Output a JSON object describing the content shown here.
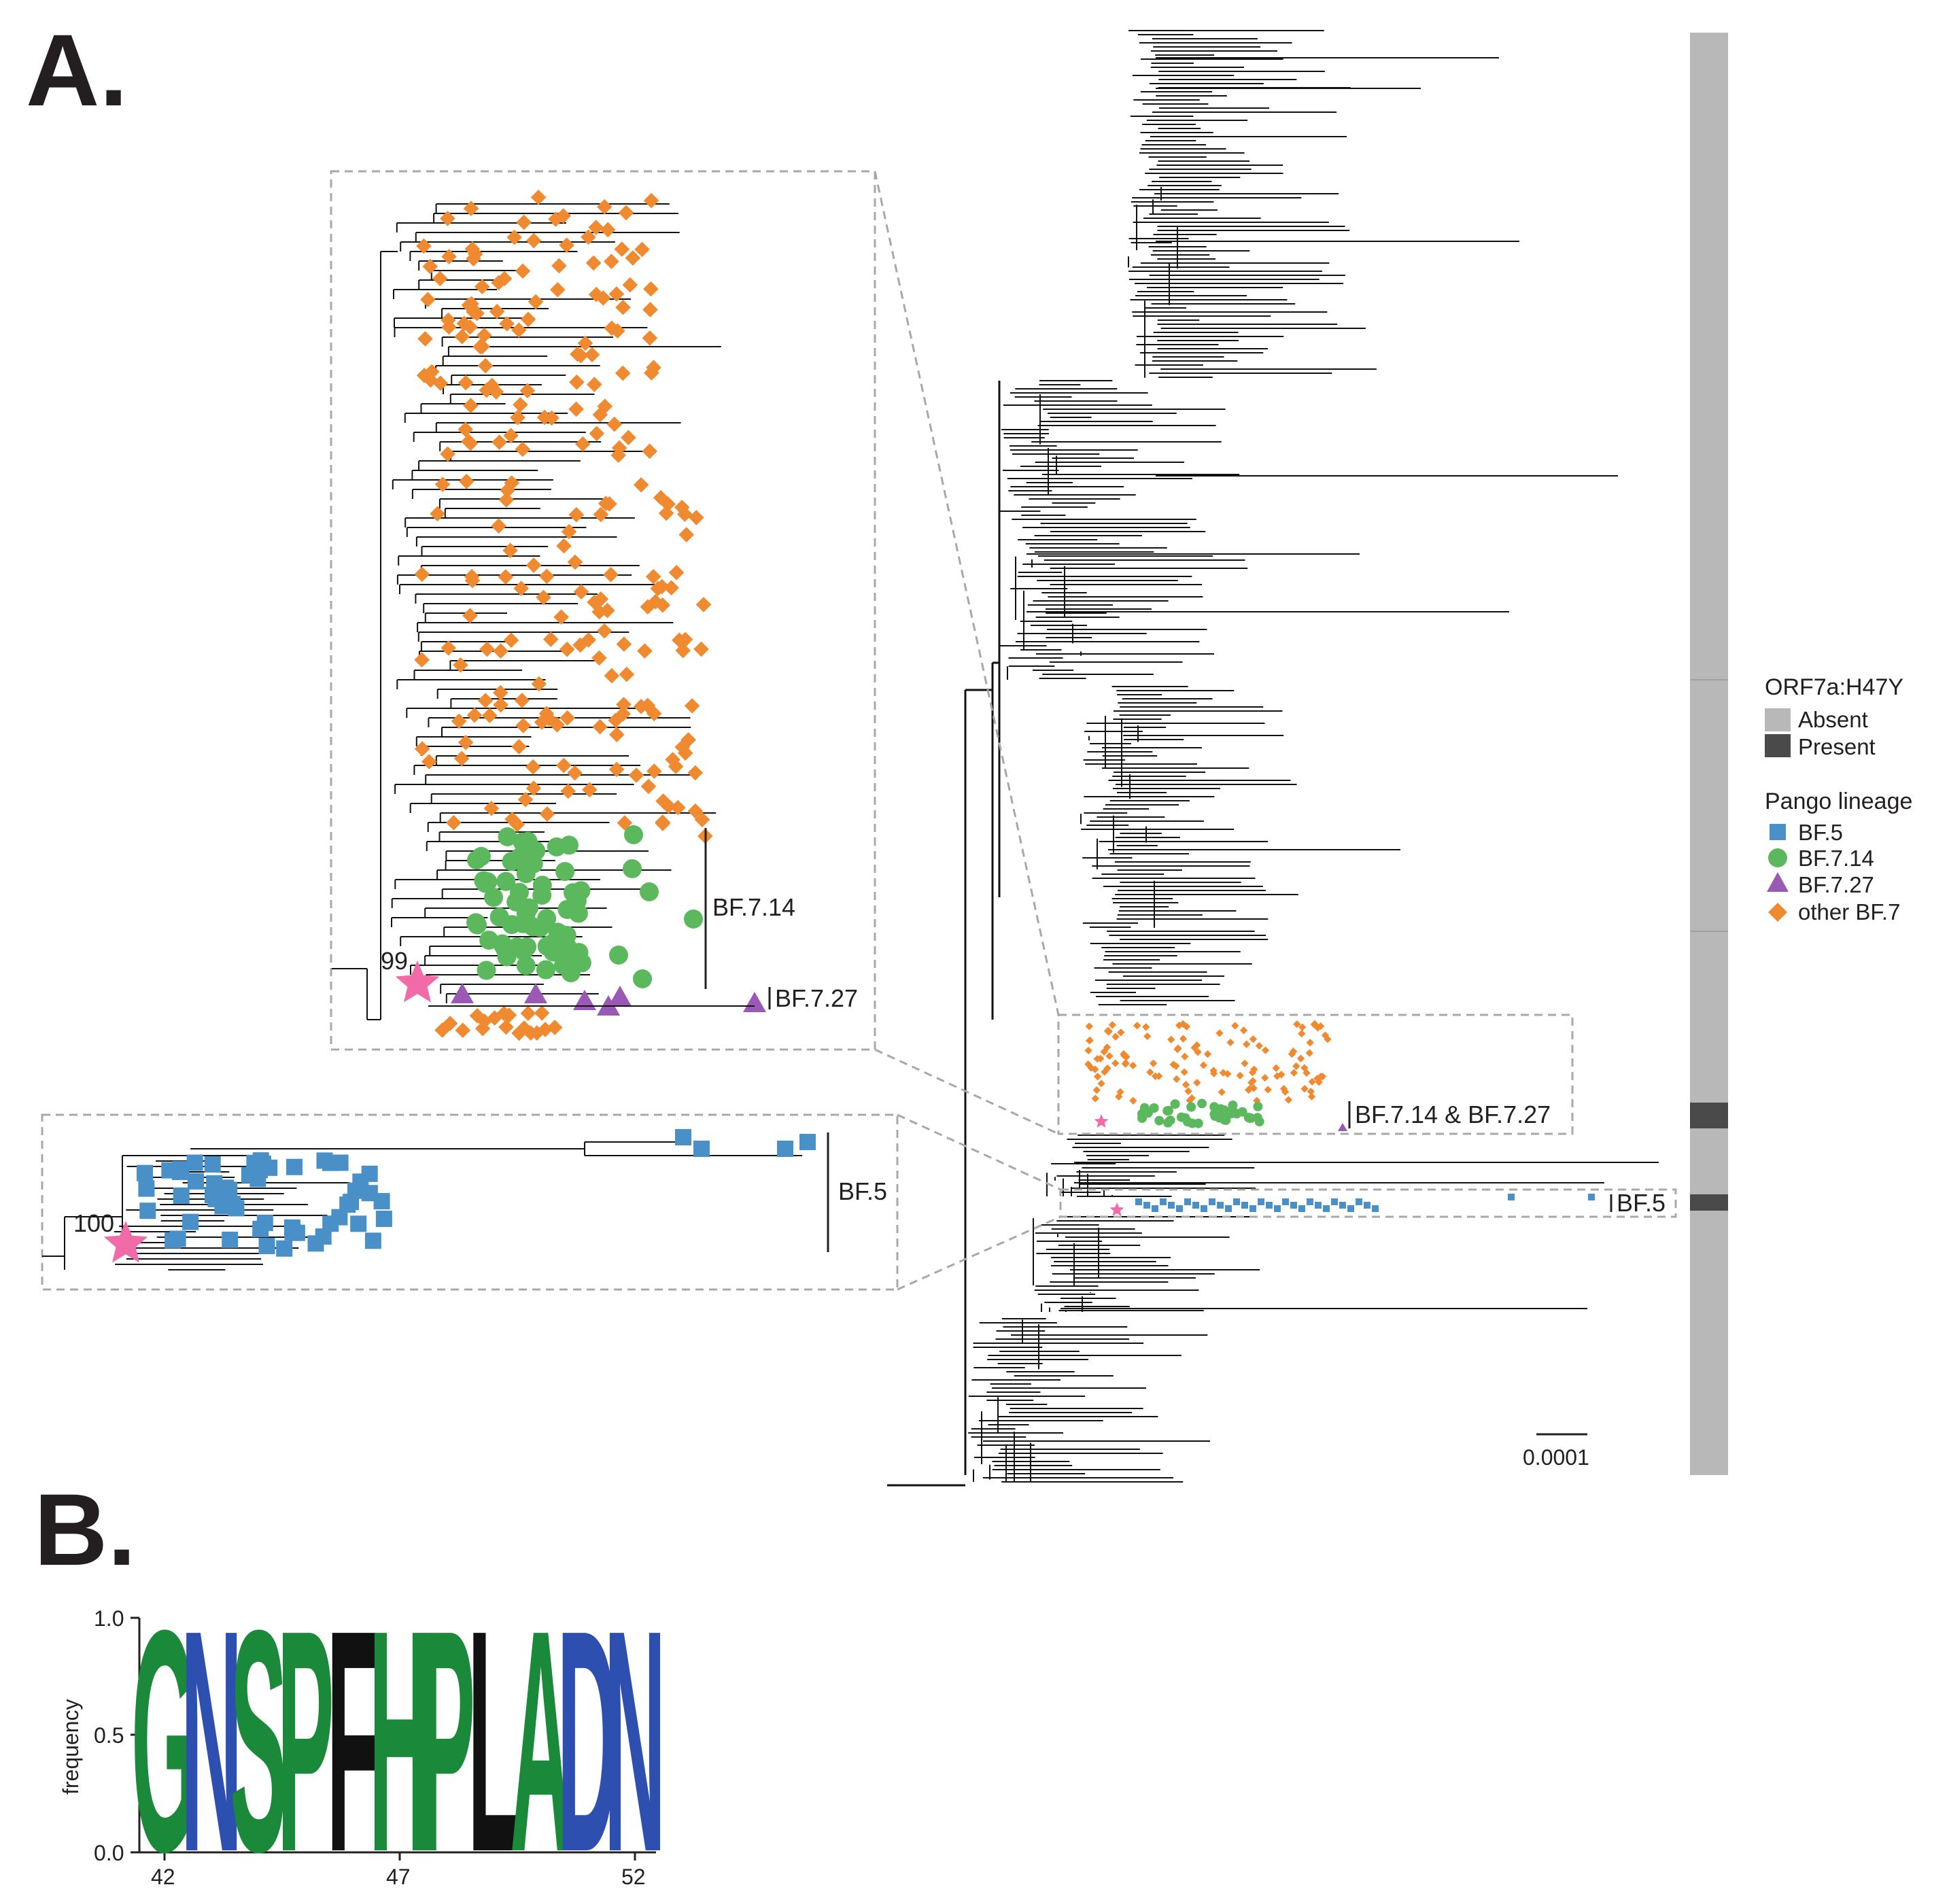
{
  "panels": {
    "a": "A.",
    "b": "B."
  },
  "tree": {
    "bootstrap_top": "99",
    "bootstrap_bottom": "100",
    "clade_bf714": "BF.7.14",
    "clade_bf727": "BF.7.27",
    "clade_bf5": "BF.5",
    "clade_main_bf714_bf727": "BF.7.14 & BF.7.27",
    "clade_main_bf5": "BF.5",
    "scale_bar": "0.0001"
  },
  "legend": {
    "trait_title": "ORF7a:H47Y",
    "trait_items": [
      {
        "label": "Absent",
        "color": "#b8b8b8"
      },
      {
        "label": "Present",
        "color": "#4a4a4a"
      }
    ],
    "lineage_title": "Pango lineage",
    "lineage_items": [
      {
        "label": "BF.5",
        "color": "#4a90c8",
        "icon": "square-icon"
      },
      {
        "label": "BF.7.14",
        "color": "#5cb85c",
        "icon": "circle-icon"
      },
      {
        "label": "BF.7.27",
        "color": "#9b59b6",
        "icon": "triangle-icon"
      },
      {
        "label": "other BF.7",
        "color": "#f08a30",
        "icon": "diamond-icon"
      }
    ]
  },
  "logo": {
    "ylabel": "frequency",
    "yticks": [
      "0.0",
      "0.5",
      "1.0"
    ],
    "xticks": [
      "42",
      "47",
      "52"
    ],
    "letters": [
      {
        "pos": 42,
        "char": "G",
        "color": "#1a8a3a"
      },
      {
        "pos": 43,
        "char": "N",
        "color": "#2d4fb0"
      },
      {
        "pos": 44,
        "char": "S",
        "color": "#1a8a3a"
      },
      {
        "pos": 45,
        "char": "P",
        "color": "#1a8a3a"
      },
      {
        "pos": 46,
        "char": "F",
        "color": "#111111"
      },
      {
        "pos": 47,
        "char": "H",
        "color": "#1a8a3a"
      },
      {
        "pos": 48,
        "char": "P",
        "color": "#1a8a3a"
      },
      {
        "pos": 49,
        "char": "L",
        "color": "#111111"
      },
      {
        "pos": 50,
        "char": "A",
        "color": "#1a8a3a"
      },
      {
        "pos": 51,
        "char": "D",
        "color": "#2d4fb0"
      },
      {
        "pos": 52,
        "char": "N",
        "color": "#2d4fb0"
      }
    ]
  }
}
